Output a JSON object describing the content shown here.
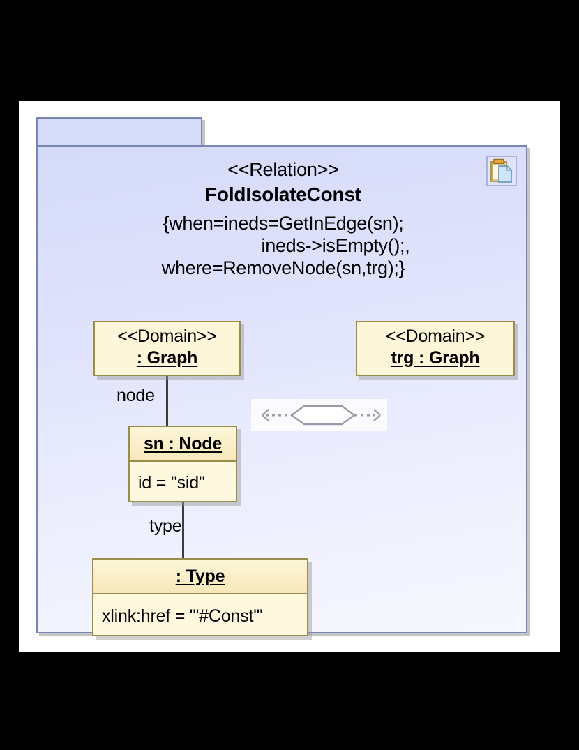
{
  "diagram": {
    "type": "uml-object-diagram",
    "package": {
      "stereotype": "<<Relation>>",
      "name": "FoldIsolateConst",
      "constraint_lines": [
        "{when=ineds=GetInEdge(sn);",
        "ineds->isEmpty();,",
        "where=RemoveNode(sn,trg);}"
      ],
      "corner_icon": "clipboard-paste-icon"
    },
    "objects": [
      {
        "id": "domain-left",
        "stereotype": "<<Domain>>",
        "name": "      : Graph",
        "attributes": []
      },
      {
        "id": "domain-right",
        "stereotype": "<<Domain>>",
        "name": "trg : Graph",
        "attributes": []
      },
      {
        "id": "sn-node",
        "stereotype": "",
        "name": "sn : Node",
        "attributes": [
          "id = \"sid\""
        ]
      },
      {
        "id": "type",
        "stereotype": "",
        "name": ": Type",
        "attributes": [
          "xlink:href = \"'#Const'\""
        ]
      }
    ],
    "links": [
      {
        "id": "graph-to-sn",
        "label": "node"
      },
      {
        "id": "sn-to-type",
        "label": "type"
      }
    ],
    "relation_widget": {
      "shape": "hexagon",
      "left_arrow": "dotted-arrow-left",
      "right_arrow": "dotted-arrow-right"
    }
  },
  "colors": {
    "package_border": "#7985b4",
    "package_fill_top": "#d4daf8",
    "package_fill_bottom": "#f7f7ff",
    "object_border": "#9a8c4a",
    "object_header_fill": "#f7e8bb",
    "object_body_fill": "#fdf8de",
    "connector": "#3c3c3c",
    "canvas": "#ffffff",
    "backdrop": "#000000"
  }
}
